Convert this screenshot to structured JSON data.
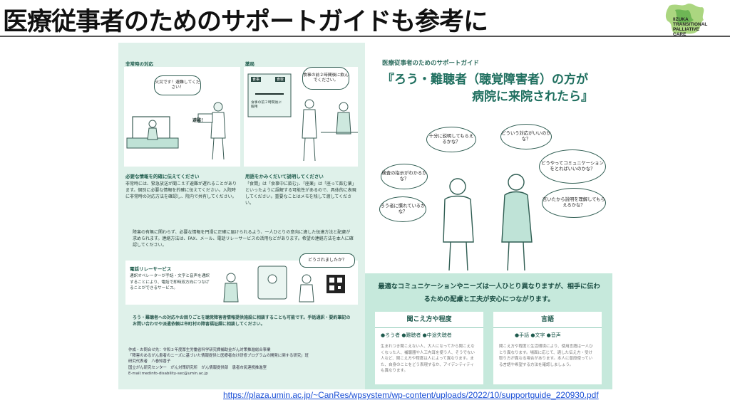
{
  "slide": {
    "title": "医療従事者のためのサポートガイドも参考に",
    "logo_lines": [
      "IIZUKA",
      "TRANSITIONAL",
      "PALLIATIVE",
      "CARE"
    ],
    "source_url": "https://plaza.umin.ac.jp/~CanRes/wpsystem/wp-content/uploads/2022/10/supportguide_220930.pdf"
  },
  "brochure": {
    "left": {
      "emergency_heading": "非常時の対応",
      "pharmacy_heading": "薬局",
      "fire_sign": "火災です！避難してください！",
      "evac_sign": "避難！",
      "pharm_bubble": "食事の前２時間後に飲んでください。",
      "label_before": "食事",
      "label_after": "食後",
      "label_2h": "食事の前２時間後に服用",
      "sec1_title": "必要な情報を的確に伝えてください",
      "sec1_body": "非常時には、緊急放送が聞こえず避難が遅れることがあります。個別に必要な情報を的確に伝えてください。入院時に非常時の対応方法を確認し、院内で共有してください。",
      "sec2_title": "用語をかみくだいて説明してください",
      "sec2_body": "「食間」は「食事中に飲む」、「座薬」は「座って飲む薬」といったように誤解する可能性があるので、具体的に表現してください。重要なことはメモを残して渡してください。",
      "sec3_body": "障害の有無に関わらず、必要な情報を円滑に正確に届けられるよう、一人ひとりの意向に適した伝達方法と配慮が求められます。連絡方法は、FAX、メール、電話リレーサービスの活用などがあります。希望の連絡方法を本人に確認してください。",
      "relay_title": "電話リレーサービス",
      "relay_body": "通訳オペレーターが手話・文字と音声を通訳することにより、電話で即時双方向につなげることができるサービス。",
      "relay_bubble": "どうされましたか？",
      "sec4_body": "ろう・難聴者への対応やお困りごとを聴覚障害者情報提供施設に相談することも可能です。手話通訳・要約筆記のお問い合わせや派遣依頼は市町村の障害福祉課に相談してください。",
      "credits": [
        "作成・お問合せ先：令和３年度厚生労働省科学研究費補助金がん対策推進総合事業",
        "「障害のあるがん患者のニーズに基づいた情報提供と医療者向け研修プログラムの開発に関する研究」班",
        "研究代表者　八巻知香子",
        "国立がん研究センター　がん対策研究所　がん情報提供部　患者市民連携推進室",
        "E-mail:medinfo-disability-sec@umin.ac.jp"
      ]
    },
    "right": {
      "subtitle": "医療従事者のためのサポートガイド",
      "title_line1": "『ろう・難聴者（聴覚障害者）の方が",
      "title_line2": "病院に来院されたら』",
      "bubbles": [
        "十分に説明してもらえるかな？",
        "どういう対応がいいのかな？",
        "どうやってコミュニケーションをとればいいのかな？",
        "検査の指示がわかるかな？",
        "ろう者に慣れているかな？",
        "言いたから説明を理解してもらえるかな？"
      ],
      "band_text": "最適なコミュニケーションやニーズは一人ひとり異なりますが、相手に伝わるための配慮と工夫が安心につながります。",
      "card1_title": "聞こえ方や程度",
      "card1_chips": "●ろう者 ●難聴者 ●中途失聴者",
      "card1_body": "生まれつき聞こえない人、大人になってから聞こえなくなった人、補聴器や人工内耳を使う人、そうでない人など、聞こえ方や程度は人によって異なります。また、自身のことをどう表現するか、アイデンティティも異なります。",
      "card2_title": "言語",
      "card2_chips": "●手話 ●文字 ●音声",
      "card2_body": "聞こえ方や程度と生活環境により、使用言語は一人ひとり異なります。場面に応じて、適した伝え方・受け取り方が異なる場合があります。本人に普段使っている言語や希望する方法を確認しましょう。"
    }
  },
  "colors": {
    "accent": "#1f6f5f",
    "panel": "#dff1ea",
    "band": "#c6e9dc",
    "link": "#1a4fd6"
  }
}
